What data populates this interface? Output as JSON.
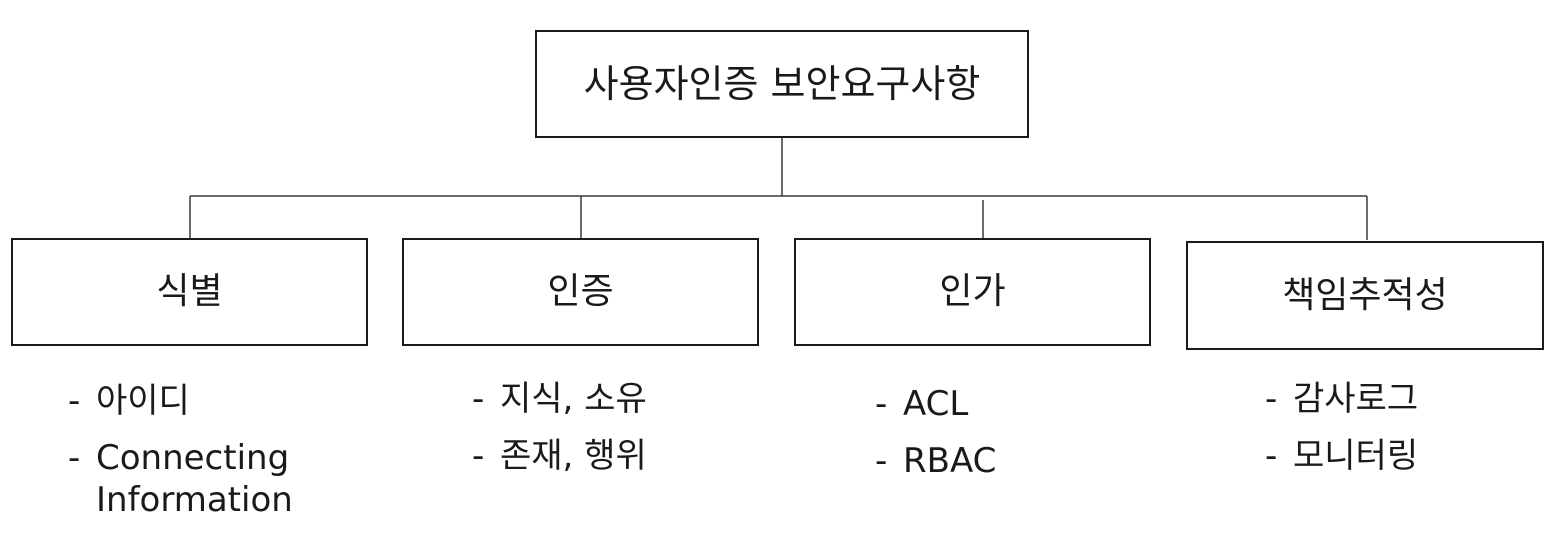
{
  "root": {
    "label": "사용자인증 보안요구사항"
  },
  "categories": [
    {
      "label": "식별",
      "items": [
        "아이디",
        "Connecting\nInformation"
      ]
    },
    {
      "label": "인증",
      "items": [
        "지식, 소유",
        "존재, 행위"
      ]
    },
    {
      "label": "인가",
      "items": [
        "ACL",
        "RBAC"
      ]
    },
    {
      "label": "책임추적성",
      "items": [
        "감사로그",
        "모니터링"
      ]
    }
  ],
  "bullet": "-"
}
